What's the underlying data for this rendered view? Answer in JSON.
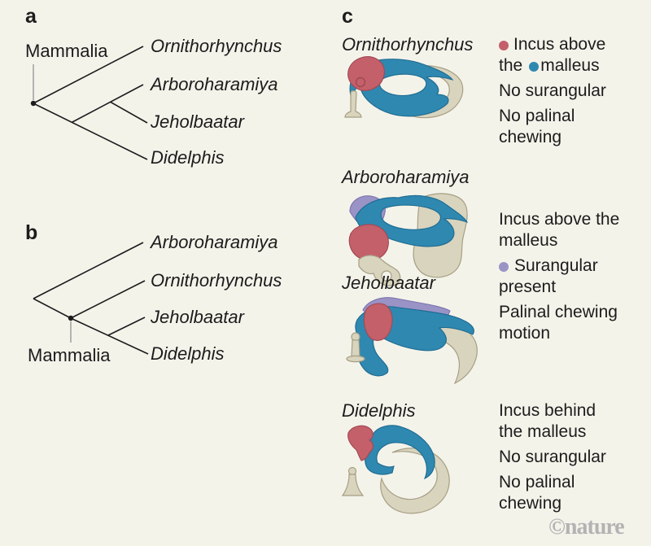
{
  "colors": {
    "background": "#f4f3ea",
    "text": "#1c1c1c",
    "incus_red": "#c4606a",
    "malleus_blue": "#2f88b0",
    "surangular_purple": "#9a93c6",
    "bone_beige": "#d9d4be",
    "bone_outline": "#a69f84",
    "red_outline": "#a04853",
    "blue_outline": "#1c6a90",
    "purple_outline": "#7b74ad",
    "branch": "#1c1c1c",
    "node_line": "#8a8a8a",
    "logo_gray": "#b3b3b3"
  },
  "panel_a": {
    "label": "a",
    "clade_label": "Mammalia",
    "taxa": [
      "Ornithorhynchus",
      "Arboroharamiya",
      "Jeholbaatar",
      "Didelphis"
    ]
  },
  "panel_b": {
    "label": "b",
    "clade_label": "Mammalia",
    "taxa": [
      "Arboroharamiya",
      "Ornithorhynchus",
      "Jeholbaatar",
      "Didelphis"
    ]
  },
  "panel_c": {
    "label": "c",
    "species_labels": [
      "Ornithorhynchus",
      "Arboroharamiya",
      "Jeholbaatar",
      "Didelphis"
    ],
    "legend": {
      "red_dot_meaning": "incus",
      "blue_dot_meaning": "malleus",
      "purple_dot_meaning": "surangular"
    },
    "note_blocks": [
      {
        "incus_line1": "Incus above",
        "incus_line2_pre": "the",
        "incus_line2_word": "malleus",
        "surangular_note": "No surangular",
        "chewing_line1": "No palinal",
        "chewing_line2": "chewing"
      },
      {
        "incus_line1": "Incus above the",
        "incus_line2": "malleus",
        "surangular_line1": "Surangular",
        "surangular_line2": "present",
        "chewing_line1": "Palinal chewing",
        "chewing_line2": "motion"
      },
      {
        "incus_line1": "Incus behind",
        "incus_line2": "the malleus",
        "surangular_note": "No surangular",
        "chewing_line1": "No palinal",
        "chewing_line2": "chewing"
      }
    ]
  },
  "footer": {
    "credit": "©nature"
  }
}
